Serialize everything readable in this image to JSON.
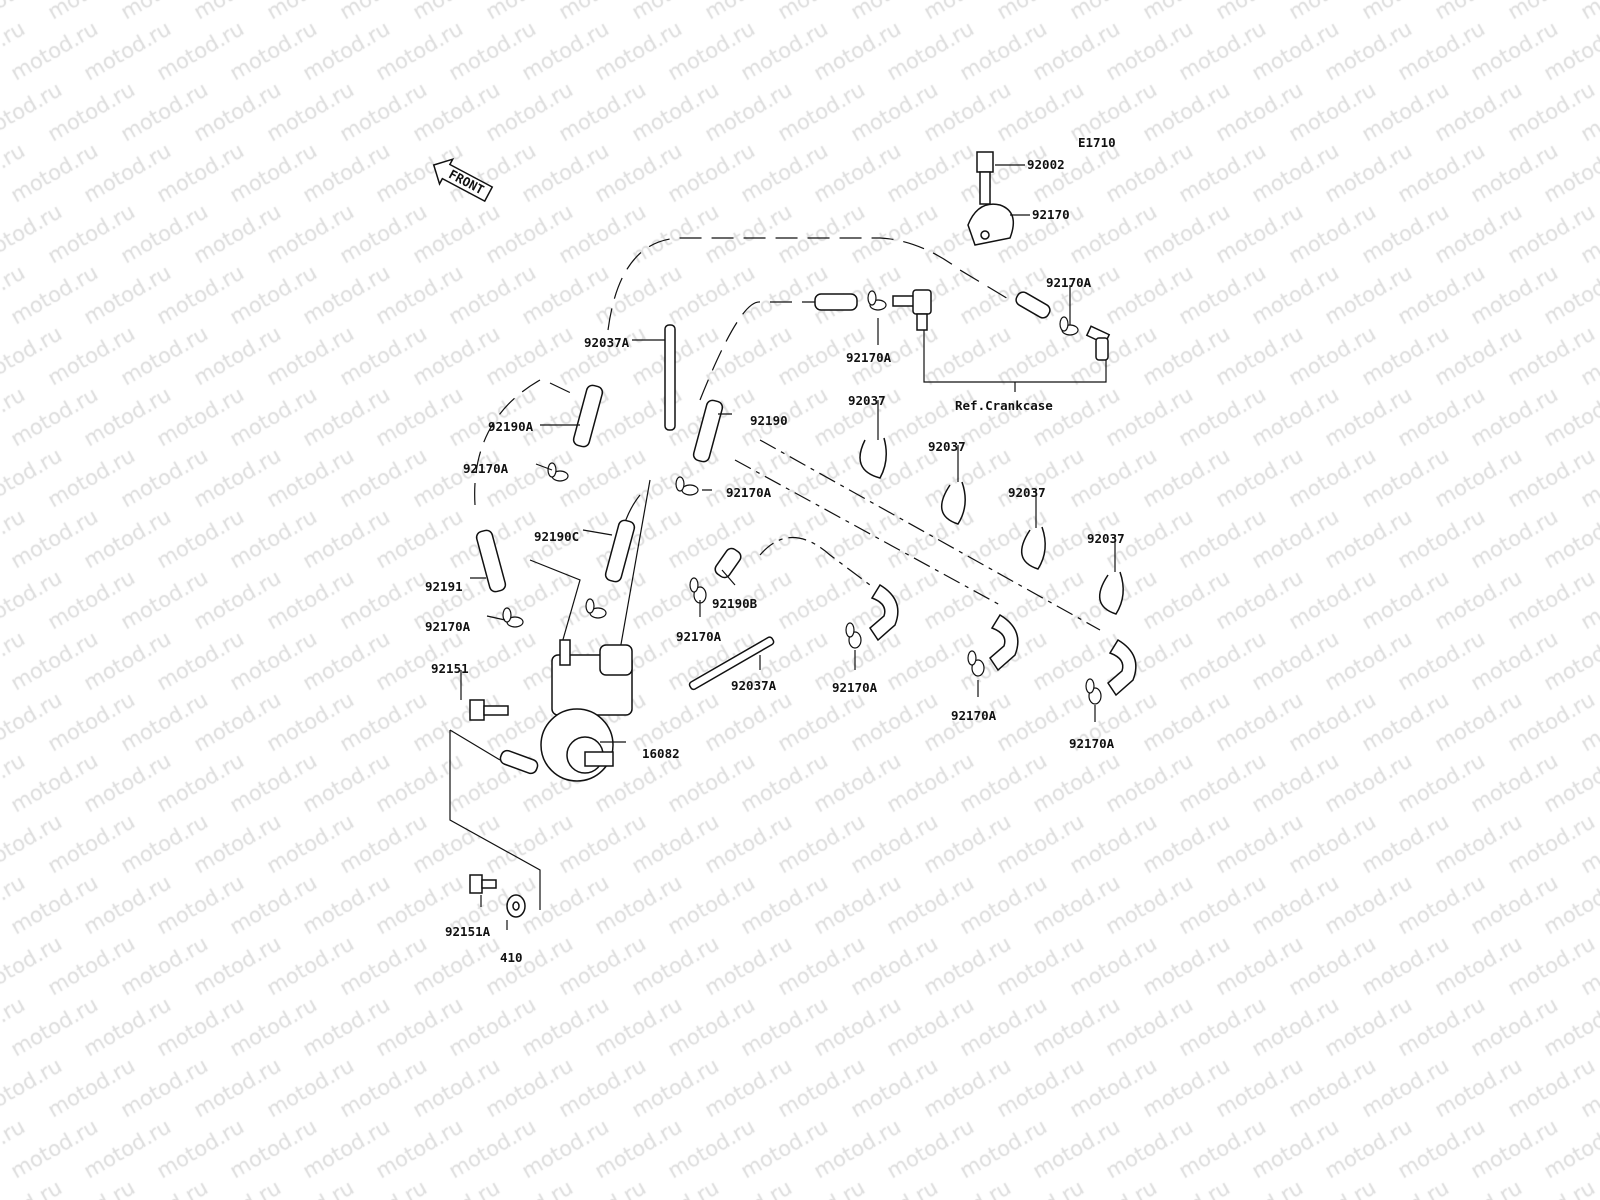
{
  "watermark": "motod.ru",
  "diagram_code": "E1710",
  "front_label": "FRONT",
  "reference_note": "Ref.Crankcase",
  "labels": {
    "bolt_top": "92002",
    "clamp_top": "92170",
    "clip_right_top": "92170A",
    "clip_top_center": "92170A",
    "strap_long_top": "92037A",
    "clamp_1": "92037",
    "hose_92190A": "92190A",
    "hose_92190": "92190",
    "clamp_2": "92037",
    "clip_left_1": "92170A",
    "clip_center_1": "92170A",
    "clamp_3": "92037",
    "hose_92190C": "92190C",
    "clamp_4": "92037",
    "hose_92191": "92191",
    "hose_92190B": "92190B",
    "clip_left_2": "92170A",
    "clip_center_2": "92170A",
    "bolt_pump": "92151",
    "strap_long_bottom": "92037A",
    "clip_bottom_1": "92170A",
    "clip_bottom_2": "92170A",
    "clip_bottom_3": "92170A",
    "pump": "16082",
    "screw_small": "92151A",
    "washer": "410"
  }
}
